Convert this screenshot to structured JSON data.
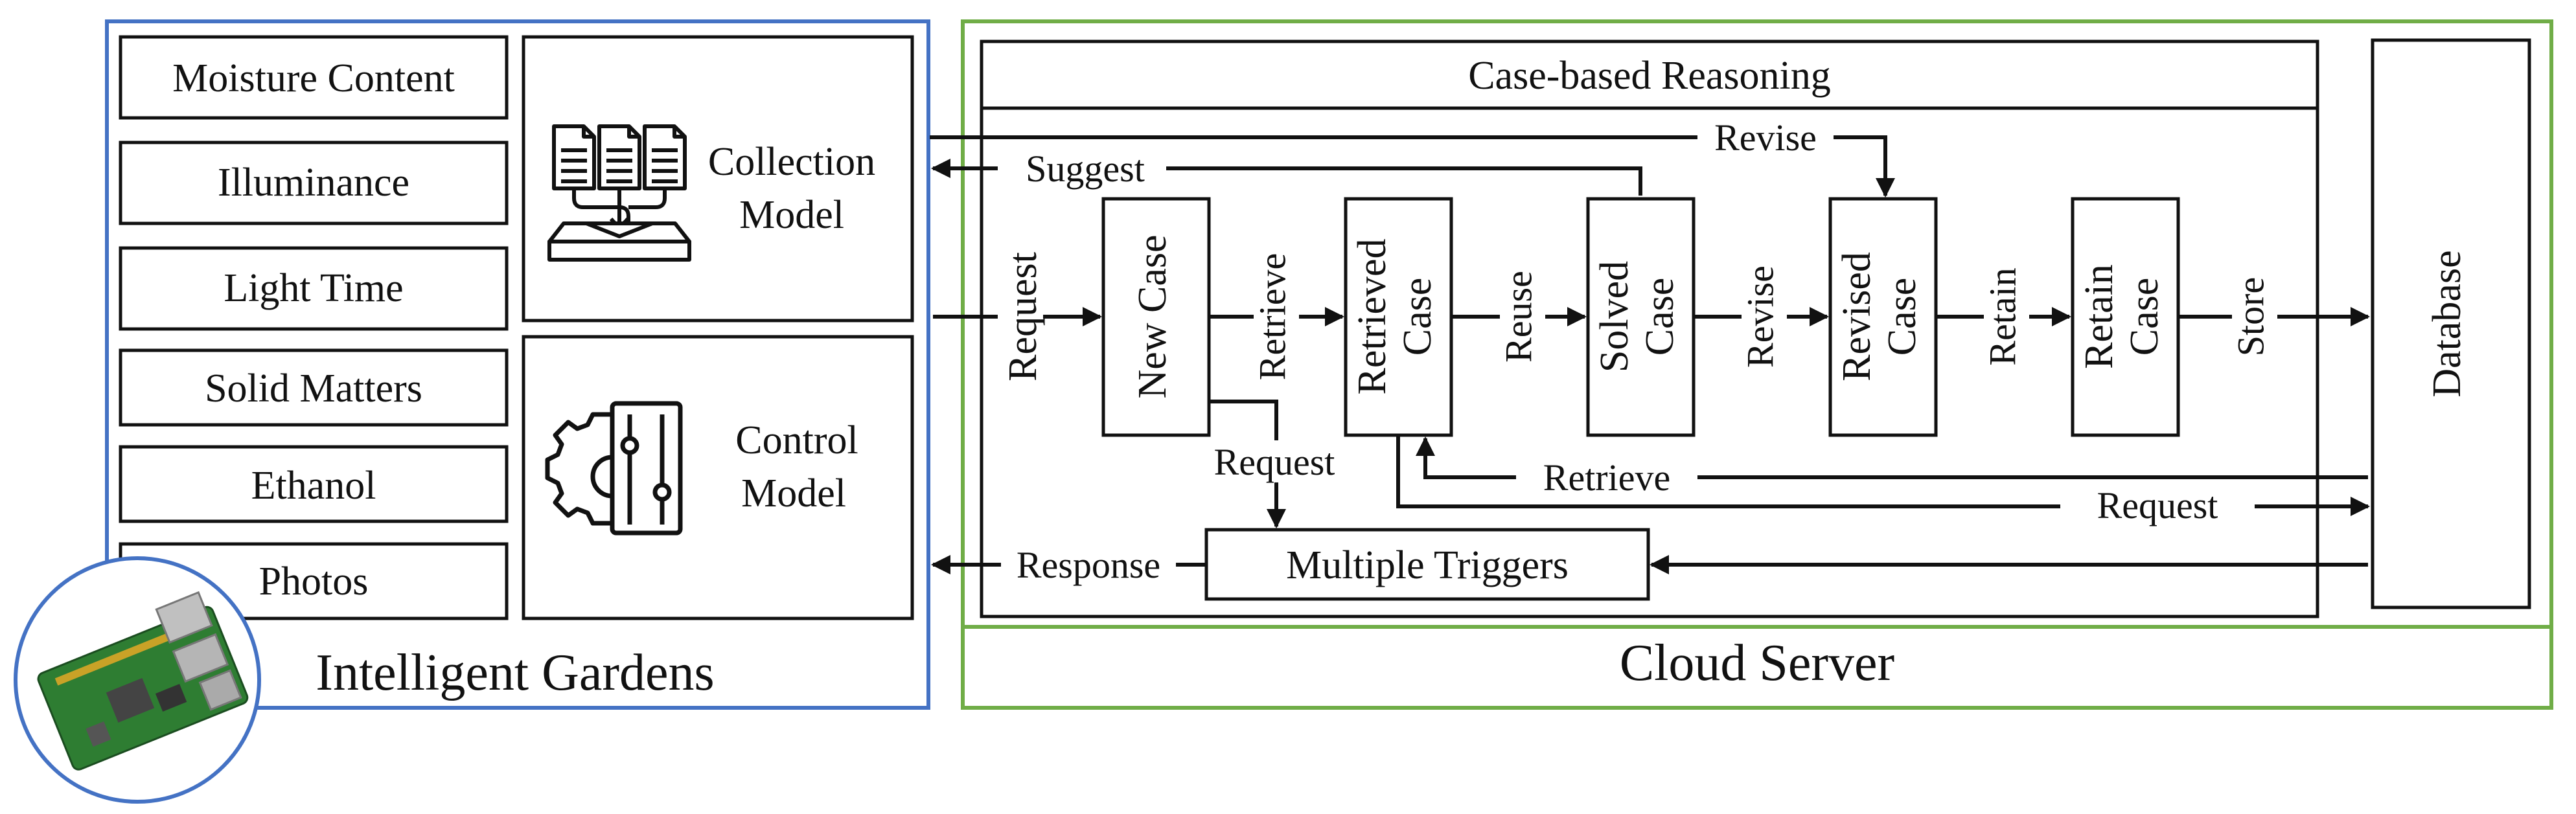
{
  "intelligent_gardens": {
    "title": "Intelligent Gardens",
    "sensors": [
      "Moisture Content",
      "Illuminance",
      "Light Time",
      "Solid Matters",
      "Ethanol",
      "Photos"
    ],
    "collection_model": [
      "Collection",
      "Model"
    ],
    "control_model": [
      "Control",
      "Model"
    ]
  },
  "cloud_server": {
    "title": "Cloud Server",
    "cbr_title": "Case-based Reasoning",
    "cases": [
      [
        "New Case"
      ],
      [
        "Retrieved",
        "Case"
      ],
      [
        "Solved",
        "Case"
      ],
      [
        "Revised",
        "Case"
      ],
      [
        "Retain",
        "Case"
      ]
    ],
    "database": "Database",
    "multiple_triggers": "Multiple Triggers"
  },
  "edges": {
    "request_in": "Request",
    "retrieve": "Retrieve",
    "reuse": "Reuse",
    "revise": "Revise",
    "retain": "Retain",
    "store": "Store",
    "suggest": "Suggest",
    "revise_top": "Revise",
    "retrieve_back": "Retrieve",
    "request_db": "Request",
    "request_trigger": "Request",
    "response": "Response"
  },
  "colors": {
    "gardens_border": "#4472C4",
    "cloud_border": "#70AD47",
    "stroke": "#111111"
  }
}
